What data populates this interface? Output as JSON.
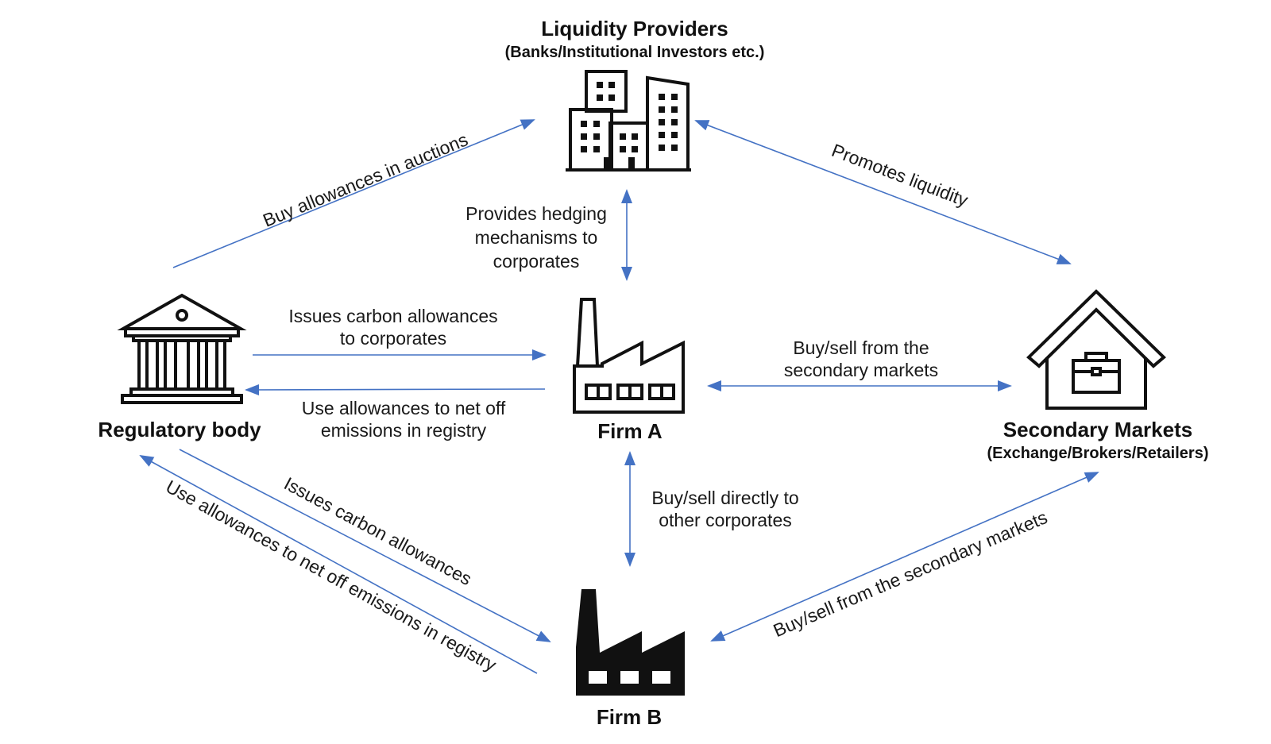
{
  "colors": {
    "arrow": "#4472c4",
    "icon": "#111111",
    "background": "#ffffff"
  },
  "nodes": {
    "liquidity_providers": {
      "title": "Liquidity Providers",
      "subtitle": "(Banks/Institutional Investors etc.)",
      "icon": "office-buildings-icon"
    },
    "regulatory_body": {
      "title": "Regulatory body",
      "icon": "government-building-icon"
    },
    "firm_a": {
      "title": "Firm A",
      "icon": "factory-outline-icon"
    },
    "firm_b": {
      "title": "Firm B",
      "icon": "factory-filled-icon"
    },
    "secondary_markets": {
      "title": "Secondary Markets",
      "subtitle": "(Exchange/Brokers/Retailers)",
      "icon": "house-briefcase-icon"
    }
  },
  "edges": {
    "buy_auctions": "Buy allowances in auctions",
    "promotes_liquidity": "Promotes liquidity",
    "hedging": [
      "Provides hedging",
      "mechanisms to",
      "corporates"
    ],
    "issues_to_corporates": [
      "Issues carbon allowances",
      "to corporates"
    ],
    "use_net_off_a": [
      "Use allowances to net off",
      "emissions in registry"
    ],
    "buy_sell_secondary_a": [
      "Buy/sell from the",
      "secondary markets"
    ],
    "buy_sell_directly": [
      "Buy/sell directly to",
      "other corporates"
    ],
    "issues_b": "Issues carbon allowances",
    "use_net_off_b": "Use allowances to net off emissions in registry",
    "buy_sell_secondary_b": "Buy/sell from the secondary markets"
  }
}
